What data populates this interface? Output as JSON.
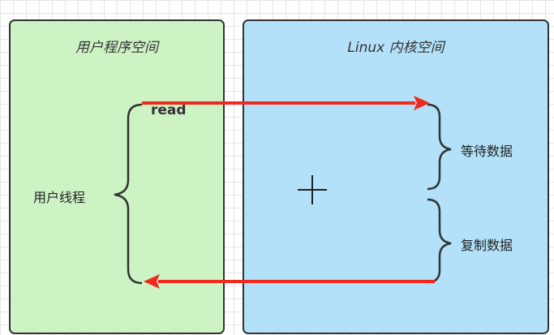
{
  "diagram": {
    "user_space_title": "用户程序空间",
    "kernel_space_title": "Linux 内核空间",
    "user_thread_label": "用户线程",
    "read_label": "read",
    "wait_data_label": "等待数据",
    "copy_data_label": "复制数据"
  },
  "colors": {
    "user_space_fill": "#cdf3c5",
    "kernel_space_fill": "#b3e1f9",
    "arrow": "#f02a1e",
    "outline": "#333333"
  },
  "icons": {
    "cursor": "crosshair-cursor-icon"
  }
}
